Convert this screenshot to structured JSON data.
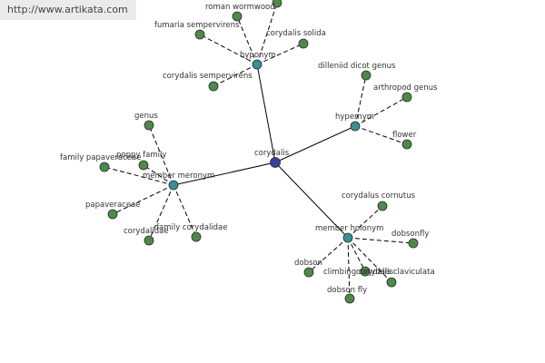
{
  "banner": {
    "text": "http://www.artikata.com"
  },
  "colors": {
    "center": "#3a3f9e",
    "hub": "#3c8e96",
    "leaf": "#4d8a48"
  },
  "graph": {
    "center": {
      "id": "corydalis",
      "label": "corydalis"
    },
    "hubs": [
      {
        "id": "hyponym",
        "label": "hyponym",
        "leaves": [
          "roman wormwood",
          "fumaria sempervirens",
          "corydalis solida",
          "corydalis sempervirens",
          ""
        ]
      },
      {
        "id": "hypernym",
        "label": "hypernym",
        "leaves": [
          "dilleniid dicot genus",
          "arthropod genus",
          "flower"
        ]
      },
      {
        "id": "member-meronym",
        "label": "member meronym",
        "leaves": [
          "genus",
          "family papaveraceae",
          "poppy family",
          "papaveraceae",
          "corydalidae",
          "family corydalidae"
        ]
      },
      {
        "id": "member-holonym",
        "label": "member holonym",
        "leaves": [
          "corydalus cornutus",
          "dobsonfly",
          "dobson",
          "climbing corydalis",
          "corydalis claviculata",
          "dobson fly"
        ]
      }
    ]
  }
}
